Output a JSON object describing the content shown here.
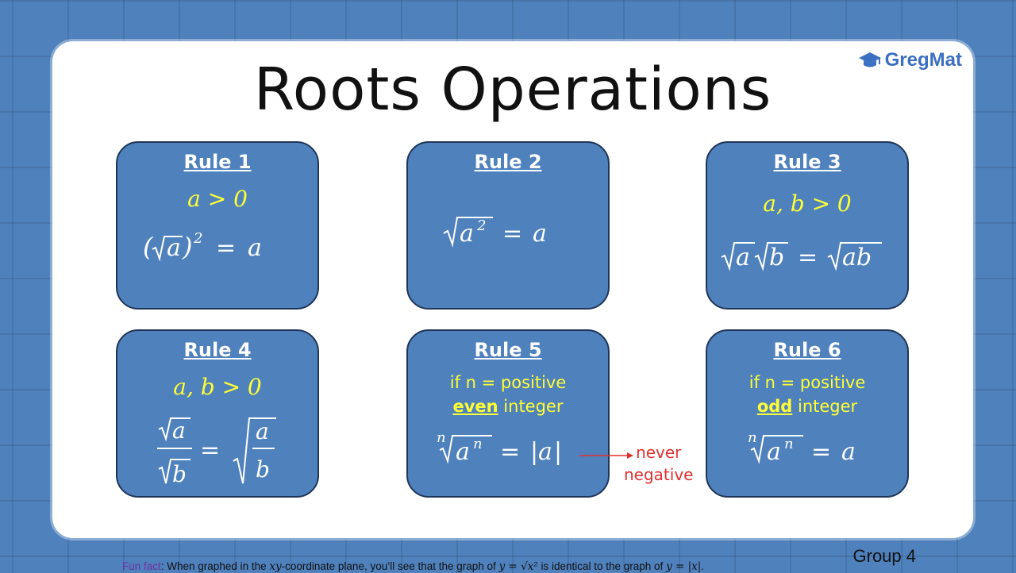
{
  "slide": {
    "title": "Roots Operations",
    "logo_text": "GregMat",
    "group_label": "Group 4"
  },
  "rules": [
    {
      "title": "Rule 1",
      "condition": "a > 0",
      "formula_tex": "(\\sqrt{a})^2 = a"
    },
    {
      "title": "Rule 2",
      "condition": "",
      "formula_tex": "\\sqrt{a^2} = a"
    },
    {
      "title": "Rule 3",
      "condition": "a, b > 0",
      "formula_tex": "\\sqrt{a}\\sqrt{b} = \\sqrt{ab}"
    },
    {
      "title": "Rule 4",
      "condition": "a, b > 0",
      "formula_tex": "\\frac{\\sqrt{a}}{\\sqrt{b}} = \\sqrt{\\frac{a}{b}}"
    },
    {
      "title": "Rule 5",
      "condition_line1": "if n = positive",
      "condition_emph": "even",
      "condition_rest": " integer",
      "formula_tex": "\\sqrt[n]{a^n} = |a|"
    },
    {
      "title": "Rule 6",
      "condition_line1": "if n = positive",
      "condition_emph": "odd",
      "condition_rest": " integer",
      "formula_tex": "\\sqrt[n]{a^n} = a"
    }
  ],
  "rule5_note": {
    "line1": "never",
    "line2": "negative"
  },
  "fun_fact": {
    "label": "Fun fact",
    "text_before": ": When graphed in the ",
    "xy": "xy",
    "text_mid": "-coordinate plane, you’ll see that the graph of ",
    "text_after": " is identical to the graph of ",
    "end": "."
  },
  "colors": {
    "background": "#4f81bd",
    "rule_box": "#4f81bd",
    "condition": "#ffff33",
    "note": "#e03030",
    "fun_label": "#7030a0",
    "logo": "#3b6fc2"
  },
  "icons": {
    "logo": "graduation-cap-icon",
    "note_arrow": "arrow-right-icon"
  }
}
